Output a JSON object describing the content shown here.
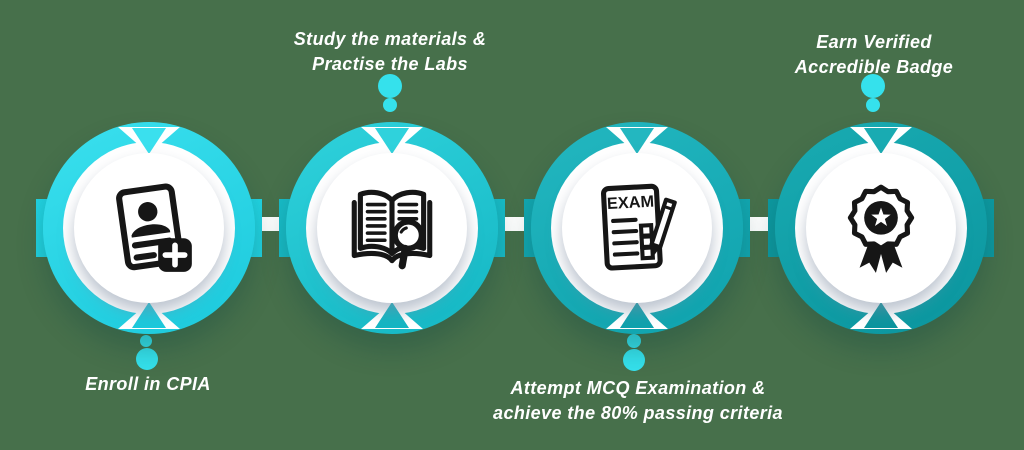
{
  "background": "#47704b",
  "palette": {
    "dot_cyan": "#35e1ec",
    "icon_black": "#161616",
    "connector_white": "#ffffff",
    "label_white": "#ffffff"
  },
  "steps": [
    {
      "id": "enroll",
      "label_lines": [
        "Enroll in CPIA"
      ],
      "label_position": "below",
      "icon": "id-card-plus-icon",
      "ring_from": "#3ae0ee",
      "ring_to": "#1cc9dc",
      "stub": "#21d3e2"
    },
    {
      "id": "study",
      "label_lines": [
        "Study the materials &",
        "Practise the Labs"
      ],
      "label_position": "above",
      "icon": "book-magnifier-icon",
      "ring_from": "#2fd2dc",
      "ring_to": "#14b6c3",
      "stub": "#18bcc8"
    },
    {
      "id": "exam",
      "label_lines": [
        "Attempt MCQ Examination &",
        "achieve the 80% passing criteria"
      ],
      "label_position": "below",
      "icon": "exam-checklist-icon",
      "icon_text": "EXAM",
      "ring_from": "#23b7c0",
      "ring_to": "#0fa2ad",
      "stub": "#12a7b1"
    },
    {
      "id": "badge",
      "label_lines": [
        "Earn Verified",
        "Accredible Badge"
      ],
      "label_position": "above",
      "icon": "award-badge-icon",
      "ring_from": "#19abb2",
      "ring_to": "#0b959e",
      "stub": "#0d99a1"
    }
  ]
}
